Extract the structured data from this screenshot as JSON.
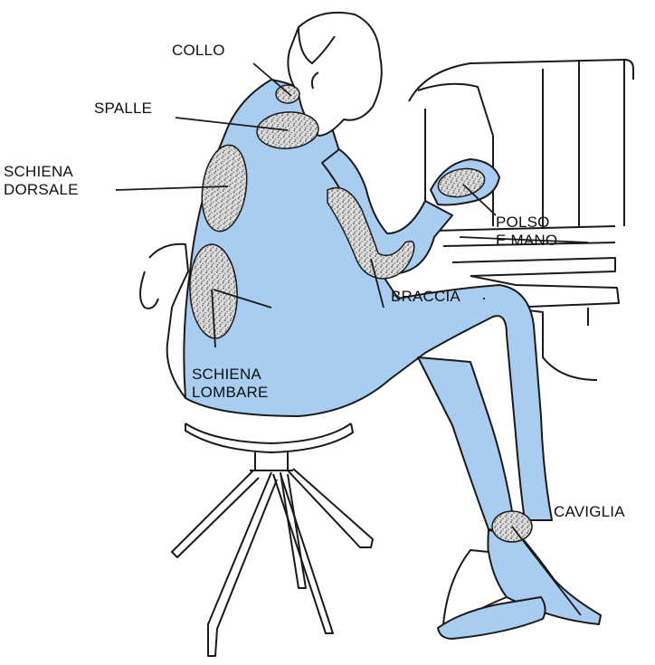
{
  "labels": {
    "collo": "COLLO",
    "spalle": "SPALLE",
    "schiena_dorsale": [
      "SCHIENA",
      "DORSALE"
    ],
    "polso_mano": [
      "POLSO",
      "E MANO"
    ],
    "braccia": "BRACCIA",
    "schiena_lombare": [
      "SCHIENA",
      "LOMBARE"
    ],
    "caviglia": "CAVIGLIA"
  },
  "colors": {
    "body_fill": "#a9cdf0",
    "outline": "#1a1a1a",
    "pain_zone_fill": "#d9d9d9",
    "pain_zone_speckle": "#555555"
  }
}
